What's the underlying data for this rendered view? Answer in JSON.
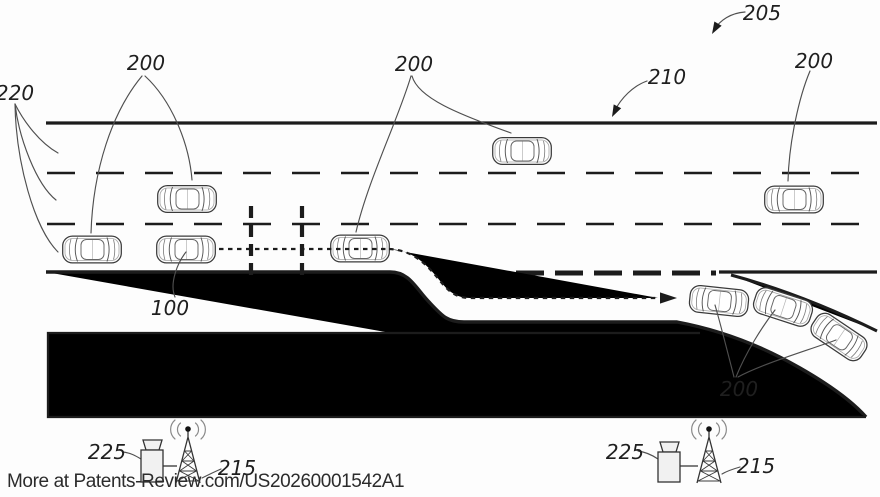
{
  "colors": {
    "background": "#fdfdfd",
    "ink": "#1c1c1c",
    "leader": "#4f4f4f",
    "label": "#1f1f1f",
    "footer": "#2b2b2b"
  },
  "callouts": {
    "system_ref": "205",
    "highway_ref": "210",
    "lane_markings_ref": "220",
    "vehicles_left_ref": "200",
    "vehicles_middle_ref": "200",
    "vehicle_right_ref": "200",
    "vehicles_ramp_ref": "200",
    "ego_vehicle_ref": "100",
    "roadside_unit_left_ref": "225",
    "roadside_unit_right_ref": "225",
    "antenna_left_ref": "215",
    "antenna_right_ref": "215"
  },
  "footer": {
    "credit": "More at Patents-Review.com/US20260001542A1"
  }
}
